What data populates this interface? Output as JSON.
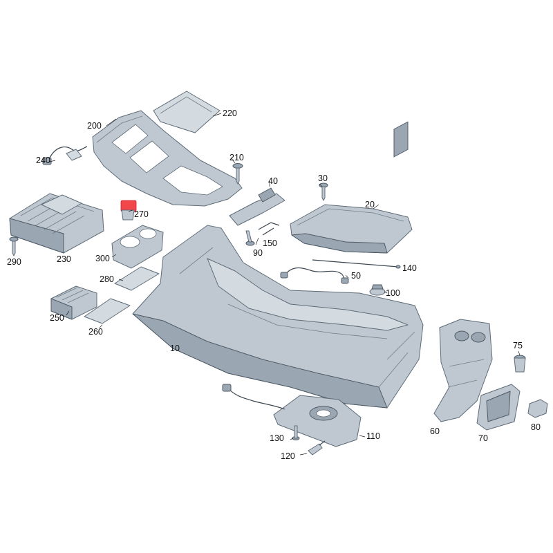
{
  "callouts": [
    {
      "id": "10",
      "label": "10"
    },
    {
      "id": "20",
      "label": "20"
    },
    {
      "id": "30",
      "label": "30"
    },
    {
      "id": "40",
      "label": "40"
    },
    {
      "id": "50",
      "label": "50"
    },
    {
      "id": "60",
      "label": "60"
    },
    {
      "id": "70",
      "label": "70"
    },
    {
      "id": "75",
      "label": "75"
    },
    {
      "id": "80",
      "label": "80"
    },
    {
      "id": "90",
      "label": "90"
    },
    {
      "id": "100",
      "label": "100"
    },
    {
      "id": "110",
      "label": "110"
    },
    {
      "id": "120",
      "label": "120"
    },
    {
      "id": "130",
      "label": "130"
    },
    {
      "id": "140",
      "label": "140"
    },
    {
      "id": "150",
      "label": "150"
    },
    {
      "id": "200",
      "label": "200"
    },
    {
      "id": "210",
      "label": "210"
    },
    {
      "id": "220",
      "label": "220"
    },
    {
      "id": "230",
      "label": "230"
    },
    {
      "id": "240",
      "label": "240"
    },
    {
      "id": "250",
      "label": "250"
    },
    {
      "id": "260",
      "label": "260"
    },
    {
      "id": "270",
      "label": "270"
    },
    {
      "id": "280",
      "label": "280"
    },
    {
      "id": "290",
      "label": "290"
    },
    {
      "id": "300",
      "label": "300"
    }
  ],
  "colors": {
    "part_fill": "#bfc8d0",
    "part_outline": "#5d6b77",
    "highlight": "#f2464b",
    "background": "#ffffff"
  }
}
